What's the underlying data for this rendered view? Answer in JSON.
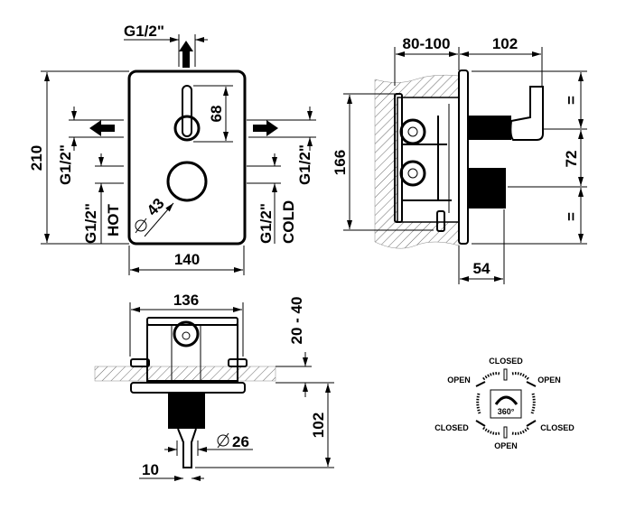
{
  "front_view": {
    "top_outlet": "G1/2\"",
    "height": "210",
    "width": "140",
    "lever_height": "68",
    "knob_diameter": "43",
    "left_outlet": "G1/2\"",
    "right_outlet": "G1/2\"",
    "hot_inlet_size": "G1/2\"",
    "hot_label": "HOT",
    "cold_inlet_size": "G1/2\"",
    "cold_label": "COLD"
  },
  "side_view": {
    "wall_depth": "80-100",
    "projection": "102",
    "body_height": "166",
    "equal_top": "=",
    "center_distance": "72",
    "equal_bottom": "=",
    "knob_projection": "54"
  },
  "bottom_view": {
    "body_width": "136",
    "wall_range": "20 - 40",
    "projection": "102",
    "knob_diameter": "26",
    "stem_width": "10"
  },
  "rotation_dial": {
    "top": "CLOSED",
    "top_left": "OPEN",
    "top_right": "OPEN",
    "bottom_left": "CLOSED",
    "bottom_right": "CLOSED",
    "bottom": "OPEN",
    "rotation": "360°"
  }
}
